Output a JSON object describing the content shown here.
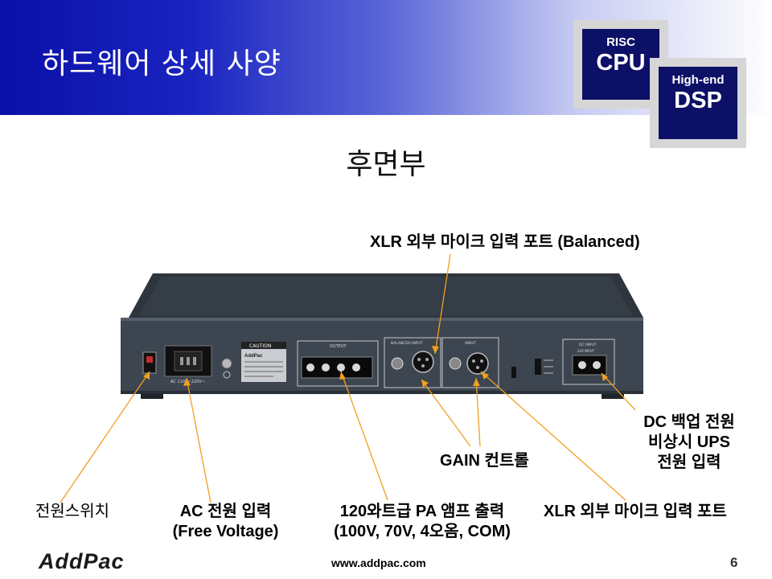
{
  "slide": {
    "title": "하드웨어 상세 사양",
    "subtitle": "후면부",
    "badges": {
      "cpu": {
        "small": "RISC",
        "big": "CPU"
      },
      "dsp": {
        "small": "High-end",
        "big": "DSP"
      }
    }
  },
  "callouts": {
    "xlr_top": "XLR 외부 마이크 입력 포트 (Balanced)",
    "dc_backup": [
      "DC 백업 전원",
      "비상시 UPS",
      "전원 입력"
    ],
    "gain": "GAIN 컨트롤",
    "power_switch": "전원스위치",
    "ac_input": [
      "AC 전원 입력",
      "(Free Voltage)"
    ],
    "pa_amp": [
      "120와트급 PA 앰프 출력",
      "(100V, 70V, 4오옴, COM)"
    ],
    "xlr_bottom": "XLR 외부 마이크 입력 포트"
  },
  "device": {
    "caution_label": "CAUTION",
    "output_label": "OUTPUT",
    "balanced_input_label": "BALANCED INPUT",
    "input_label": "INPUT",
    "dc_input_label": "DC INPUT",
    "dc_sub_label": "24V INPUT",
    "ac_label": "AC 110V~220V~",
    "brand_label": "AddPac"
  },
  "footer": {
    "logo": "AddPac",
    "url": "www.addpac.com",
    "page": "6"
  },
  "colors": {
    "header_start": "#0a10a8",
    "badge_blue": "#0c1066",
    "leader_line": "#f0a020",
    "device_body": "#3c4550"
  }
}
